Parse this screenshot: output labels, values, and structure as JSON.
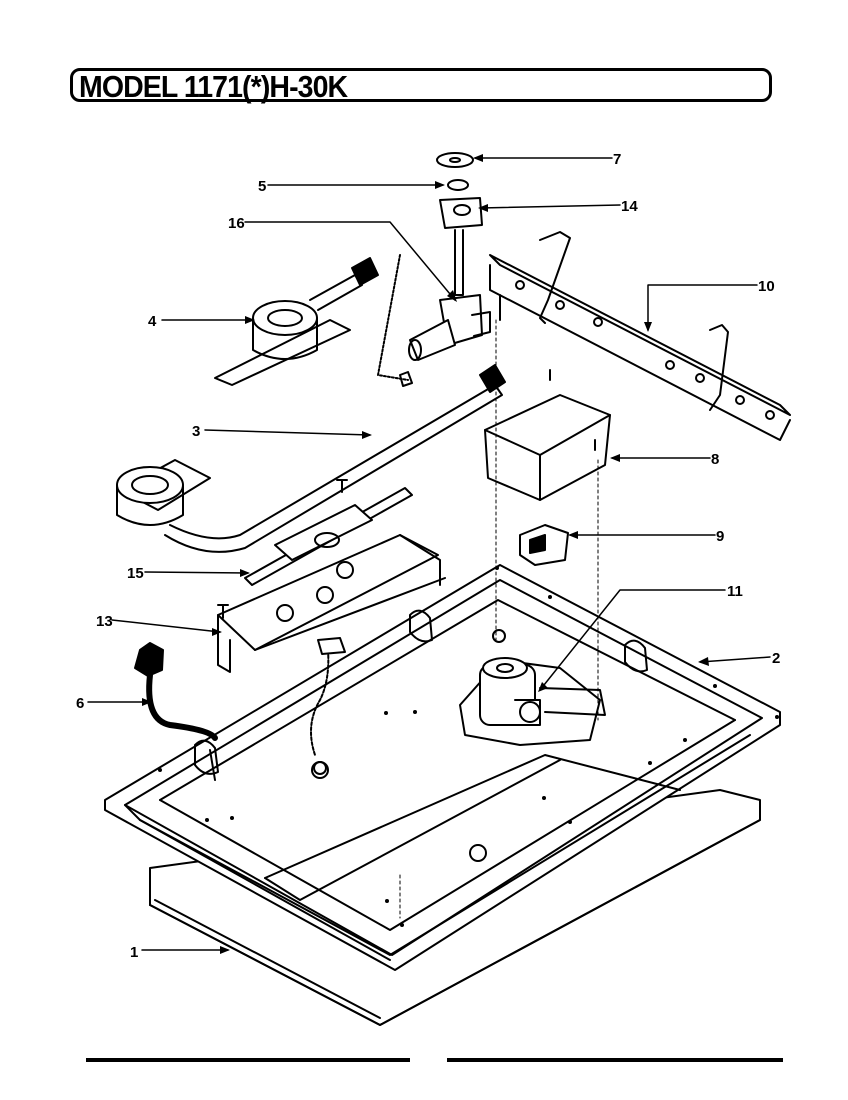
{
  "title": "MODEL 1171(*)H-30K",
  "callouts": [
    "1",
    "2",
    "3",
    "4",
    "5",
    "6",
    "7",
    "8",
    "9",
    "10",
    "11",
    "13",
    "14",
    "15",
    "16"
  ],
  "colors": {
    "ink": "#000000",
    "paper": "#ffffff"
  }
}
